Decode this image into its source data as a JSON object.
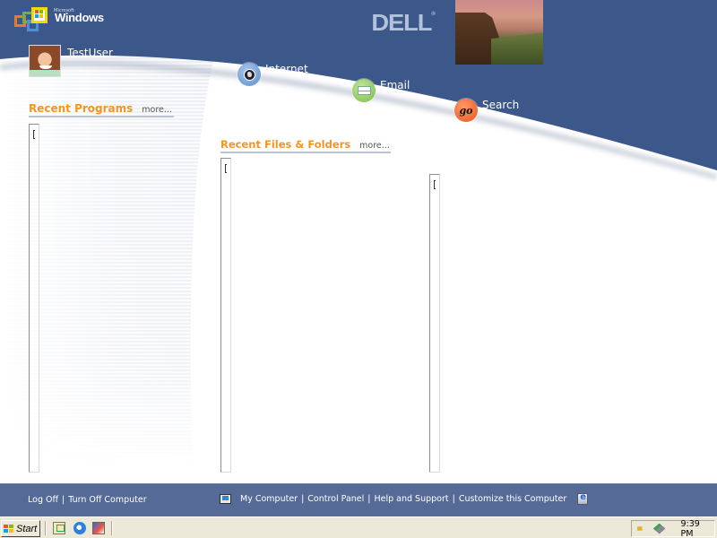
{
  "header": {
    "os_brand_small": "Microsoft",
    "os_brand": "Windows",
    "oem_logo": "DELL",
    "oem_logo_mark": "®",
    "photo_icon": "landscape-photo"
  },
  "user": {
    "name": "TestUser",
    "avatar_icon": "user-avatar-photo"
  },
  "quick_links": [
    {
      "label": "Internet",
      "icon": "globe-icon",
      "color": "#5d8fcc"
    },
    {
      "label": "Email",
      "icon": "envelope-icon",
      "color": "#7cbd4a"
    },
    {
      "label": "Search",
      "icon": "go-icon",
      "icon_text": "go",
      "color": "#e9531e"
    }
  ],
  "sections": {
    "recent_programs": {
      "title": "Recent Programs",
      "more": "more..."
    },
    "recent_files": {
      "title": "Recent Files & Folders",
      "more": "more..."
    }
  },
  "footer": {
    "left_links": [
      "Log Off",
      "Turn Off Computer"
    ],
    "right_links": [
      "My Computer",
      "Control Panel",
      "Help and Support",
      "Customize this Computer"
    ],
    "separator": "|",
    "colors": {
      "background": "#566a98",
      "header_blue": "#3c5789",
      "accent_orange": "#f7931d"
    }
  },
  "taskbar": {
    "start_label": "Start",
    "quick_launch": [
      "show-desktop",
      "internet-explorer",
      "windows-media"
    ],
    "tray": {
      "icons": [
        "volume-icon",
        "network-icon"
      ],
      "clock": "9:39 PM"
    }
  }
}
